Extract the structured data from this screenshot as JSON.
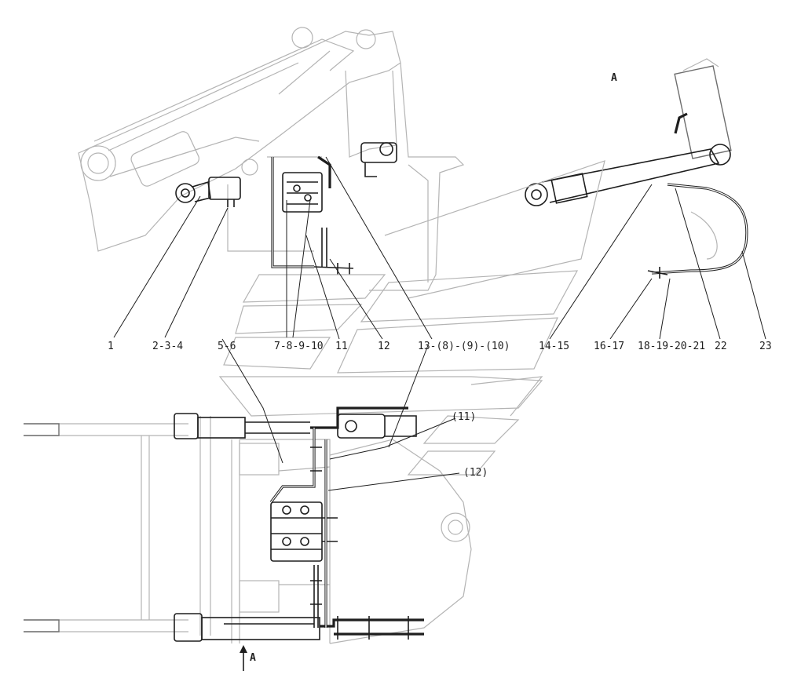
{
  "view_marks": {
    "top": "A",
    "bottom": "A"
  },
  "callouts": [
    {
      "id": "c1",
      "text": "1"
    },
    {
      "id": "c2",
      "text": "2-3-4"
    },
    {
      "id": "c3",
      "text": "5-6"
    },
    {
      "id": "c4",
      "text": "7-8-9-10"
    },
    {
      "id": "c5",
      "text": "11"
    },
    {
      "id": "c6",
      "text": "12"
    },
    {
      "id": "c7",
      "text": "13-(8)-(9)-(10)"
    },
    {
      "id": "c8",
      "text": "14-15"
    },
    {
      "id": "c9",
      "text": "16-17"
    },
    {
      "id": "c10",
      "text": "18-19-20-21"
    },
    {
      "id": "c11",
      "text": "22"
    },
    {
      "id": "c12",
      "text": "23"
    },
    {
      "id": "c13",
      "text": "(11)"
    },
    {
      "id": "c14",
      "text": "(12)"
    }
  ]
}
